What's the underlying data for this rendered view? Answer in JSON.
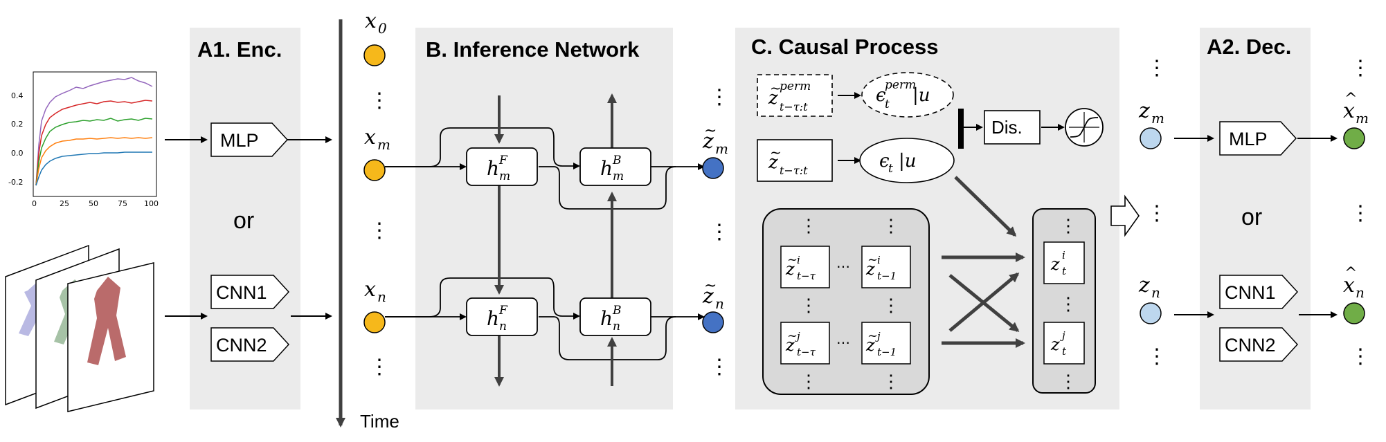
{
  "sections": {
    "enc": "A1. Enc.",
    "inference": "B. Inference Network",
    "causal": "C. Causal Process",
    "dec": "A2. Dec."
  },
  "encoders": {
    "mlp": "MLP",
    "or": "or",
    "cnn1": "CNN1",
    "cnn2": "CNN2"
  },
  "decoders": {
    "mlp": "MLP",
    "or": "or",
    "cnn1": "CNN1",
    "cnn2": "CNN2"
  },
  "time_label": "Time",
  "dis_label": "Dis.",
  "observations": [
    "x",
    "x",
    "x"
  ],
  "observation_subscripts": [
    "0",
    "m",
    "n"
  ],
  "forward_states": [
    "h",
    "h"
  ],
  "ellipsis": "⋮",
  "cross_ellipsis": "⋯",
  "plot": {
    "yticks": [
      "0.4",
      "0.2",
      "0.0",
      "-0.2"
    ],
    "xticks": [
      "0",
      "25",
      "50",
      "75",
      "100"
    ],
    "colors": [
      "#9467bd",
      "#d62728",
      "#2ca02c",
      "#ff7f0e",
      "#1f77b4"
    ]
  },
  "colors": {
    "panel": "#ebebeb",
    "obs_node": "#f6b81b",
    "latent_est": "#4472c4",
    "latent": "#bdd7ee",
    "output": "#70ad47",
    "arrow": "#404040"
  }
}
